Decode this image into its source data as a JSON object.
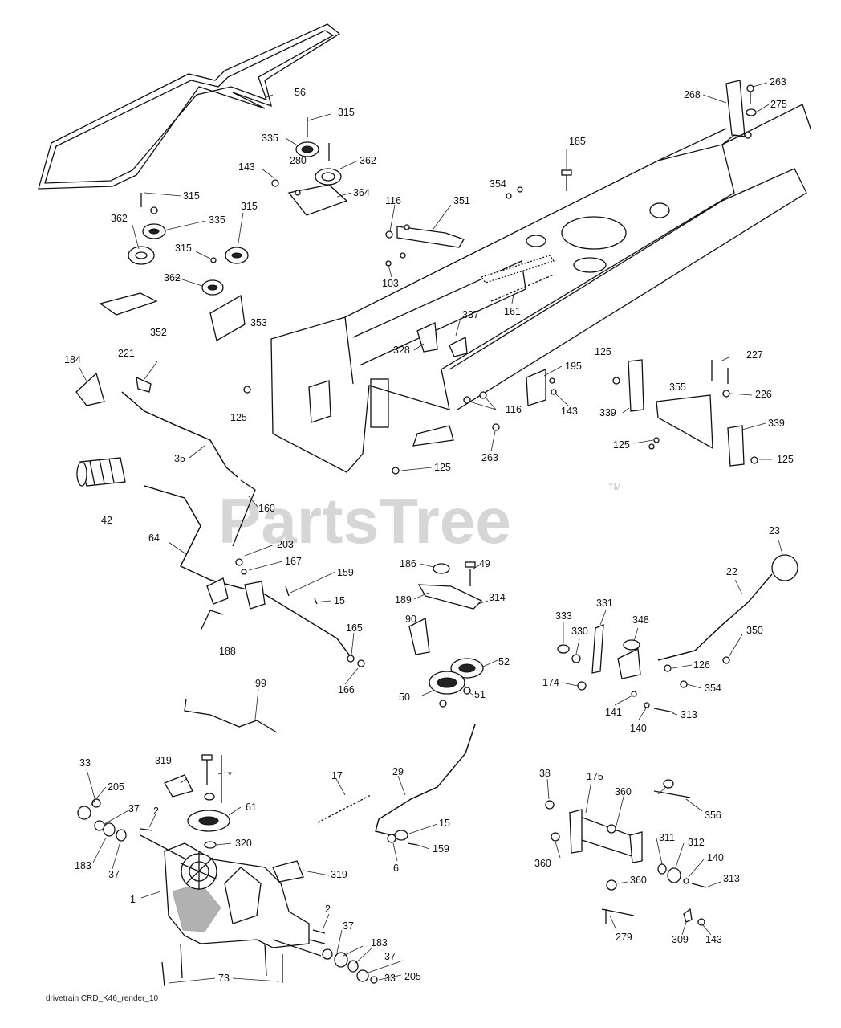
{
  "watermark": "PartsTree",
  "trademark": "TM",
  "footer": "drivetrain CRD_K46_render_10",
  "labels": [
    {
      "id": "l56",
      "text": "56"
    },
    {
      "id": "l315a",
      "text": "315"
    },
    {
      "id": "l335a",
      "text": "335"
    },
    {
      "id": "l280",
      "text": "280"
    },
    {
      "id": "l362a",
      "text": "362"
    },
    {
      "id": "l143a",
      "text": "143"
    },
    {
      "id": "l364",
      "text": "364"
    },
    {
      "id": "l315b",
      "text": "315"
    },
    {
      "id": "l362b",
      "text": "362"
    },
    {
      "id": "l335b",
      "text": "335"
    },
    {
      "id": "l315c",
      "text": "315"
    },
    {
      "id": "l315d",
      "text": "315"
    },
    {
      "id": "l362c",
      "text": "362"
    },
    {
      "id": "l352",
      "text": "352"
    },
    {
      "id": "l353",
      "text": "353"
    },
    {
      "id": "l116a",
      "text": "116"
    },
    {
      "id": "l351",
      "text": "351"
    },
    {
      "id": "l354a",
      "text": "354"
    },
    {
      "id": "l103",
      "text": "103"
    },
    {
      "id": "l185",
      "text": "185"
    },
    {
      "id": "l268",
      "text": "268"
    },
    {
      "id": "l263a",
      "text": "263"
    },
    {
      "id": "l275",
      "text": "275"
    },
    {
      "id": "l161",
      "text": "161"
    },
    {
      "id": "l337",
      "text": "337"
    },
    {
      "id": "l328",
      "text": "328"
    },
    {
      "id": "l184",
      "text": "184"
    },
    {
      "id": "l221",
      "text": "221"
    },
    {
      "id": "l125a",
      "text": "125"
    },
    {
      "id": "l35",
      "text": "35"
    },
    {
      "id": "l195",
      "text": "195"
    },
    {
      "id": "l143b",
      "text": "143"
    },
    {
      "id": "l116b",
      "text": "116"
    },
    {
      "id": "l263b",
      "text": "263"
    },
    {
      "id": "l125b",
      "text": "125"
    },
    {
      "id": "l125c",
      "text": "125"
    },
    {
      "id": "l227",
      "text": "227"
    },
    {
      "id": "l355",
      "text": "355"
    },
    {
      "id": "l226",
      "text": "226"
    },
    {
      "id": "l339a",
      "text": "339"
    },
    {
      "id": "l339b",
      "text": "339"
    },
    {
      "id": "l125d",
      "text": "125"
    },
    {
      "id": "l125e",
      "text": "125"
    },
    {
      "id": "l42",
      "text": "42"
    },
    {
      "id": "l64",
      "text": "64"
    },
    {
      "id": "l160",
      "text": "160"
    },
    {
      "id": "l203",
      "text": "203"
    },
    {
      "id": "l167",
      "text": "167"
    },
    {
      "id": "l159a",
      "text": "159"
    },
    {
      "id": "l15a",
      "text": "15"
    },
    {
      "id": "l165",
      "text": "165"
    },
    {
      "id": "l188",
      "text": "188"
    },
    {
      "id": "l166",
      "text": "166"
    },
    {
      "id": "l186",
      "text": "186"
    },
    {
      "id": "l49",
      "text": "49"
    },
    {
      "id": "l189",
      "text": "189"
    },
    {
      "id": "l314",
      "text": "314"
    },
    {
      "id": "l90",
      "text": "90"
    },
    {
      "id": "l52",
      "text": "52"
    },
    {
      "id": "l50",
      "text": "50"
    },
    {
      "id": "l51",
      "text": "51"
    },
    {
      "id": "l23",
      "text": "23"
    },
    {
      "id": "l22",
      "text": "22"
    },
    {
      "id": "l331",
      "text": "331"
    },
    {
      "id": "l333",
      "text": "333"
    },
    {
      "id": "l330",
      "text": "330"
    },
    {
      "id": "l348",
      "text": "348"
    },
    {
      "id": "l350",
      "text": "350"
    },
    {
      "id": "l126",
      "text": "126"
    },
    {
      "id": "l174",
      "text": "174"
    },
    {
      "id": "l354b",
      "text": "354"
    },
    {
      "id": "l141",
      "text": "141"
    },
    {
      "id": "l140a",
      "text": "140"
    },
    {
      "id": "l313a",
      "text": "313"
    },
    {
      "id": "l99",
      "text": "99"
    },
    {
      "id": "l33a",
      "text": "33"
    },
    {
      "id": "l319a",
      "text": "319"
    },
    {
      "id": "lstar",
      "text": "*"
    },
    {
      "id": "l205a",
      "text": "205"
    },
    {
      "id": "l37a",
      "text": "37"
    },
    {
      "id": "l2a",
      "text": "2"
    },
    {
      "id": "l61",
      "text": "61"
    },
    {
      "id": "l183a",
      "text": "183"
    },
    {
      "id": "l37b",
      "text": "37"
    },
    {
      "id": "l320",
      "text": "320"
    },
    {
      "id": "l1",
      "text": "1"
    },
    {
      "id": "l319b",
      "text": "319"
    },
    {
      "id": "l17",
      "text": "17"
    },
    {
      "id": "l29",
      "text": "29"
    },
    {
      "id": "l15b",
      "text": "15"
    },
    {
      "id": "l6",
      "text": "6"
    },
    {
      "id": "l159b",
      "text": "159"
    },
    {
      "id": "l2b",
      "text": "2"
    },
    {
      "id": "l37c",
      "text": "37"
    },
    {
      "id": "l183b",
      "text": "183"
    },
    {
      "id": "l37d",
      "text": "37"
    },
    {
      "id": "l205b",
      "text": "205"
    },
    {
      "id": "l33b",
      "text": "33"
    },
    {
      "id": "l73",
      "text": "73"
    },
    {
      "id": "l38",
      "text": "38"
    },
    {
      "id": "l175",
      "text": "175"
    },
    {
      "id": "l360a",
      "text": "360"
    },
    {
      "id": "l356",
      "text": "356"
    },
    {
      "id": "l360b",
      "text": "360"
    },
    {
      "id": "l311",
      "text": "311"
    },
    {
      "id": "l312",
      "text": "312"
    },
    {
      "id": "l140b",
      "text": "140"
    },
    {
      "id": "l313b",
      "text": "313"
    },
    {
      "id": "l360c",
      "text": "360"
    },
    {
      "id": "l279",
      "text": "279"
    },
    {
      "id": "l309",
      "text": "309"
    },
    {
      "id": "l143c",
      "text": "143"
    }
  ]
}
